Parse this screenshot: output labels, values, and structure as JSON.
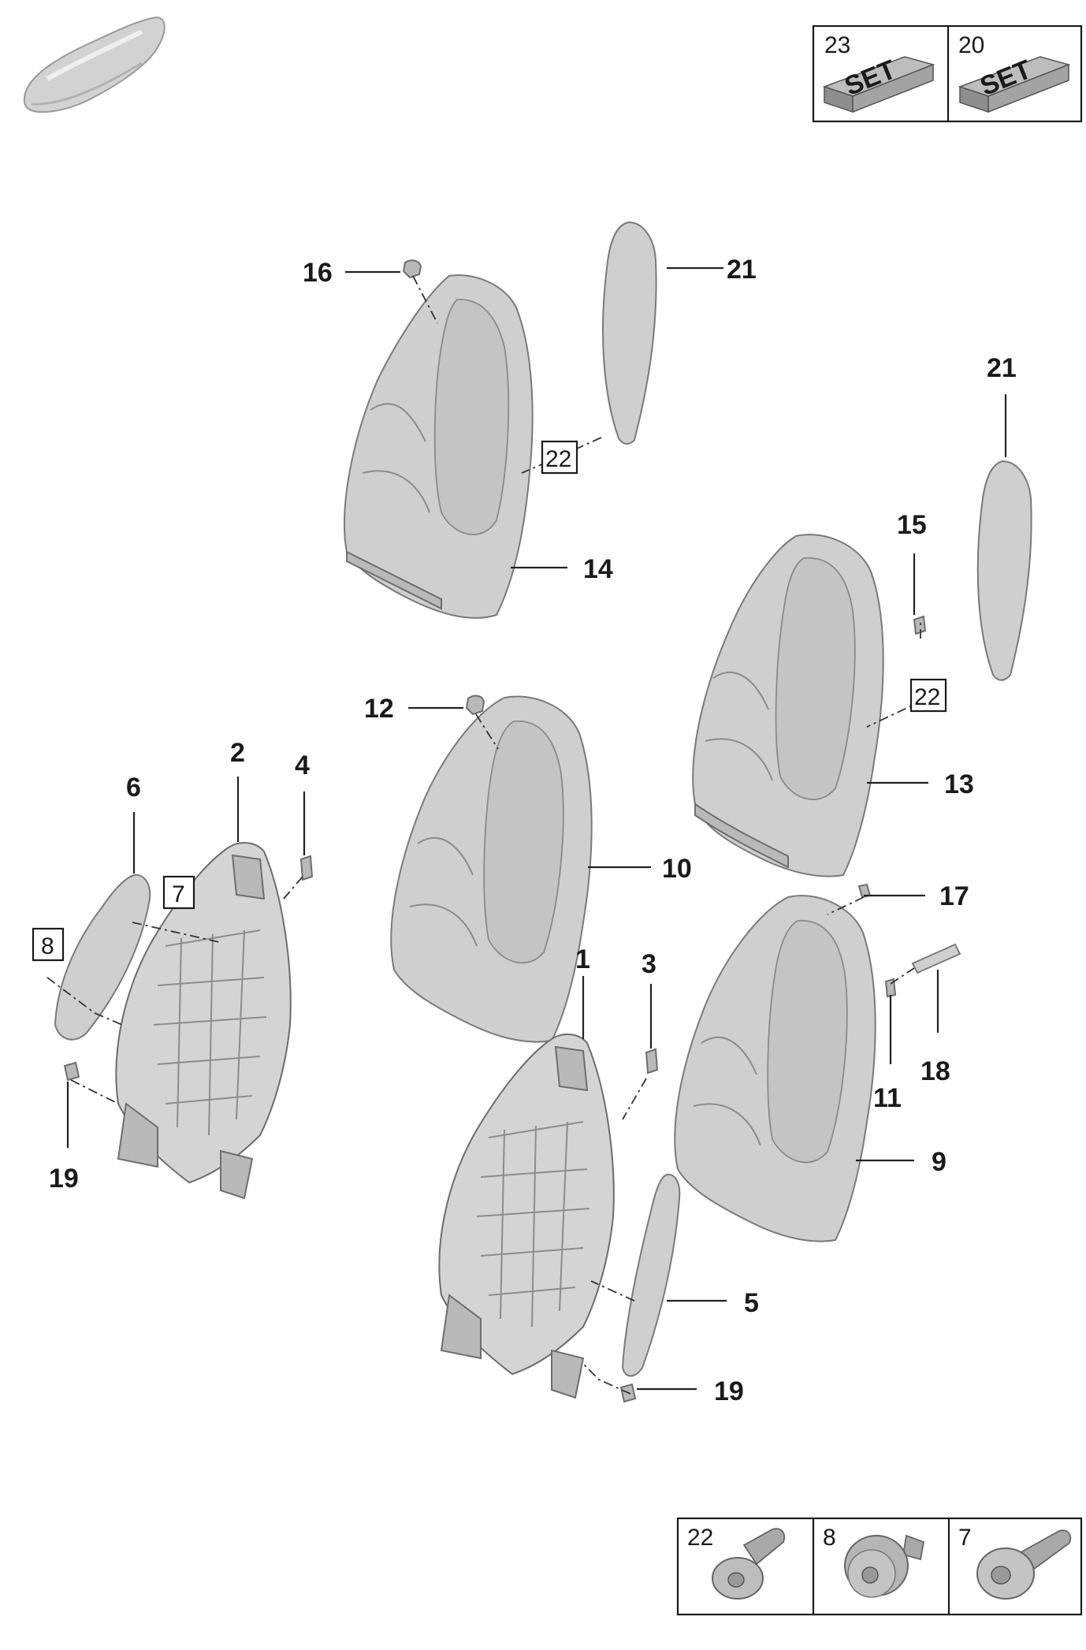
{
  "top_panel": {
    "cells": [
      {
        "number": "23",
        "label": "SET"
      },
      {
        "number": "20",
        "label": "SET"
      }
    ]
  },
  "bottom_panel": {
    "cells": [
      {
        "number": "22",
        "icon": "bolt-icon"
      },
      {
        "number": "8",
        "icon": "nut-icon"
      },
      {
        "number": "7",
        "icon": "screw-icon"
      }
    ]
  },
  "callouts": {
    "c1": "1",
    "c2": "2",
    "c3": "3",
    "c4": "4",
    "c5": "5",
    "c6": "6",
    "c9": "9",
    "c10": "10",
    "c11": "11",
    "c12": "12",
    "c13": "13",
    "c14": "14",
    "c15": "15",
    "c16": "16",
    "c17": "17",
    "c18": "18",
    "c19a": "19",
    "c19b": "19",
    "c21a": "21",
    "c21b": "21"
  },
  "boxed_callouts": {
    "b7": "7",
    "b8": "8",
    "b22a": "22",
    "b22b": "22"
  },
  "icons": {
    "vehicle": "car-silhouette-icon"
  }
}
